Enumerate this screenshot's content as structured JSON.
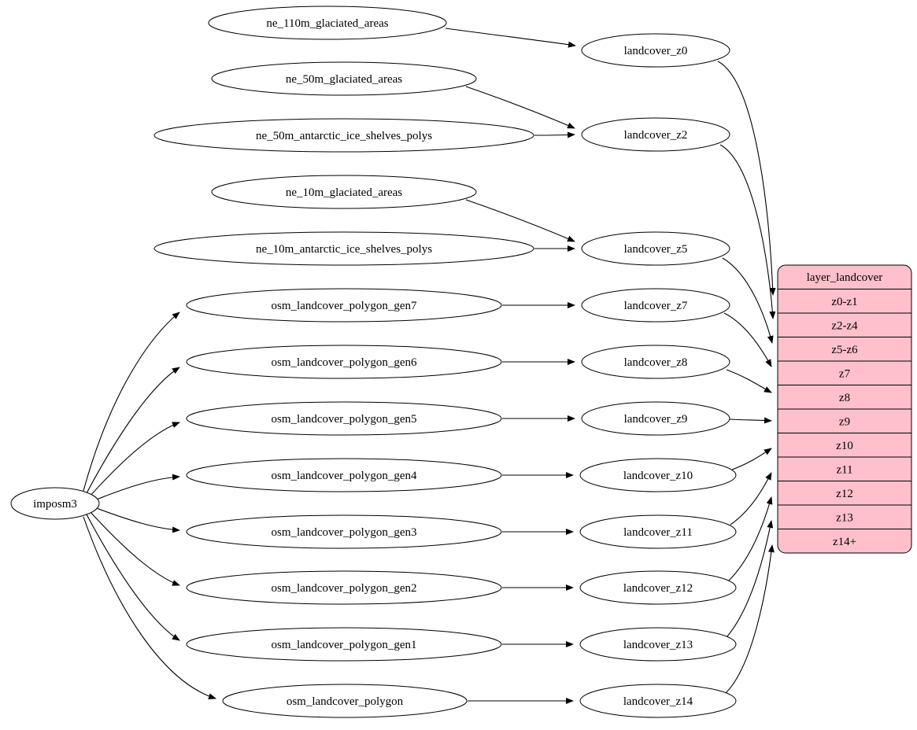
{
  "diagram": {
    "background": "#ffffff",
    "record_fill": "#ffc0cb",
    "node_fill": "#ffffff",
    "stroke": "#000000"
  },
  "nodes": {
    "imposm3": {
      "label": "imposm3"
    },
    "ne110m_glaciated": {
      "label": "ne_110m_glaciated_areas"
    },
    "ne50m_glaciated": {
      "label": "ne_50m_glaciated_areas"
    },
    "ne50m_shelves": {
      "label": "ne_50m_antarctic_ice_shelves_polys"
    },
    "ne10m_glaciated": {
      "label": "ne_10m_glaciated_areas"
    },
    "ne10m_shelves": {
      "label": "ne_10m_antarctic_ice_shelves_polys"
    },
    "gen7": {
      "label": "osm_landcover_polygon_gen7"
    },
    "gen6": {
      "label": "osm_landcover_polygon_gen6"
    },
    "gen5": {
      "label": "osm_landcover_polygon_gen5"
    },
    "gen4": {
      "label": "osm_landcover_polygon_gen4"
    },
    "gen3": {
      "label": "osm_landcover_polygon_gen3"
    },
    "gen2": {
      "label": "osm_landcover_polygon_gen2"
    },
    "gen1": {
      "label": "osm_landcover_polygon_gen1"
    },
    "polygon": {
      "label": "osm_landcover_polygon"
    },
    "z0": {
      "label": "landcover_z0"
    },
    "z2": {
      "label": "landcover_z2"
    },
    "z5": {
      "label": "landcover_z5"
    },
    "z7": {
      "label": "landcover_z7"
    },
    "z8": {
      "label": "landcover_z8"
    },
    "z9": {
      "label": "landcover_z9"
    },
    "z10": {
      "label": "landcover_z10"
    },
    "z11": {
      "label": "landcover_z11"
    },
    "z12": {
      "label": "landcover_z12"
    },
    "z13": {
      "label": "landcover_z13"
    },
    "z14": {
      "label": "landcover_z14"
    }
  },
  "record": {
    "title": "layer_landcover",
    "rows": [
      "z0-z1",
      "z2-z4",
      "z5-z6",
      "z7",
      "z8",
      "z9",
      "z10",
      "z11",
      "z12",
      "z13",
      "z14+"
    ]
  },
  "edges": [
    {
      "from": "imposm3",
      "to": "osm_landcover_polygon_gen7"
    },
    {
      "from": "imposm3",
      "to": "osm_landcover_polygon_gen6"
    },
    {
      "from": "imposm3",
      "to": "osm_landcover_polygon_gen5"
    },
    {
      "from": "imposm3",
      "to": "osm_landcover_polygon_gen4"
    },
    {
      "from": "imposm3",
      "to": "osm_landcover_polygon_gen3"
    },
    {
      "from": "imposm3",
      "to": "osm_landcover_polygon_gen2"
    },
    {
      "from": "imposm3",
      "to": "osm_landcover_polygon_gen1"
    },
    {
      "from": "imposm3",
      "to": "osm_landcover_polygon"
    },
    {
      "from": "ne_110m_glaciated_areas",
      "to": "landcover_z0"
    },
    {
      "from": "ne_50m_glaciated_areas",
      "to": "landcover_z2"
    },
    {
      "from": "ne_50m_antarctic_ice_shelves_polys",
      "to": "landcover_z2"
    },
    {
      "from": "ne_10m_glaciated_areas",
      "to": "landcover_z5"
    },
    {
      "from": "ne_10m_antarctic_ice_shelves_polys",
      "to": "landcover_z5"
    },
    {
      "from": "osm_landcover_polygon_gen7",
      "to": "landcover_z7"
    },
    {
      "from": "osm_landcover_polygon_gen6",
      "to": "landcover_z8"
    },
    {
      "from": "osm_landcover_polygon_gen5",
      "to": "landcover_z9"
    },
    {
      "from": "osm_landcover_polygon_gen4",
      "to": "landcover_z10"
    },
    {
      "from": "osm_landcover_polygon_gen3",
      "to": "landcover_z11"
    },
    {
      "from": "osm_landcover_polygon_gen2",
      "to": "landcover_z12"
    },
    {
      "from": "osm_landcover_polygon_gen1",
      "to": "landcover_z13"
    },
    {
      "from": "osm_landcover_polygon",
      "to": "landcover_z14"
    },
    {
      "from": "landcover_z0",
      "to": "layer_landcover:z0-z1"
    },
    {
      "from": "landcover_z2",
      "to": "layer_landcover:z2-z4"
    },
    {
      "from": "landcover_z5",
      "to": "layer_landcover:z5-z6"
    },
    {
      "from": "landcover_z7",
      "to": "layer_landcover:z7"
    },
    {
      "from": "landcover_z8",
      "to": "layer_landcover:z8"
    },
    {
      "from": "landcover_z9",
      "to": "layer_landcover:z9"
    },
    {
      "from": "landcover_z10",
      "to": "layer_landcover:z10"
    },
    {
      "from": "landcover_z11",
      "to": "layer_landcover:z11"
    },
    {
      "from": "landcover_z12",
      "to": "layer_landcover:z12"
    },
    {
      "from": "landcover_z13",
      "to": "layer_landcover:z13"
    },
    {
      "from": "landcover_z14",
      "to": "layer_landcover:z14+"
    }
  ]
}
